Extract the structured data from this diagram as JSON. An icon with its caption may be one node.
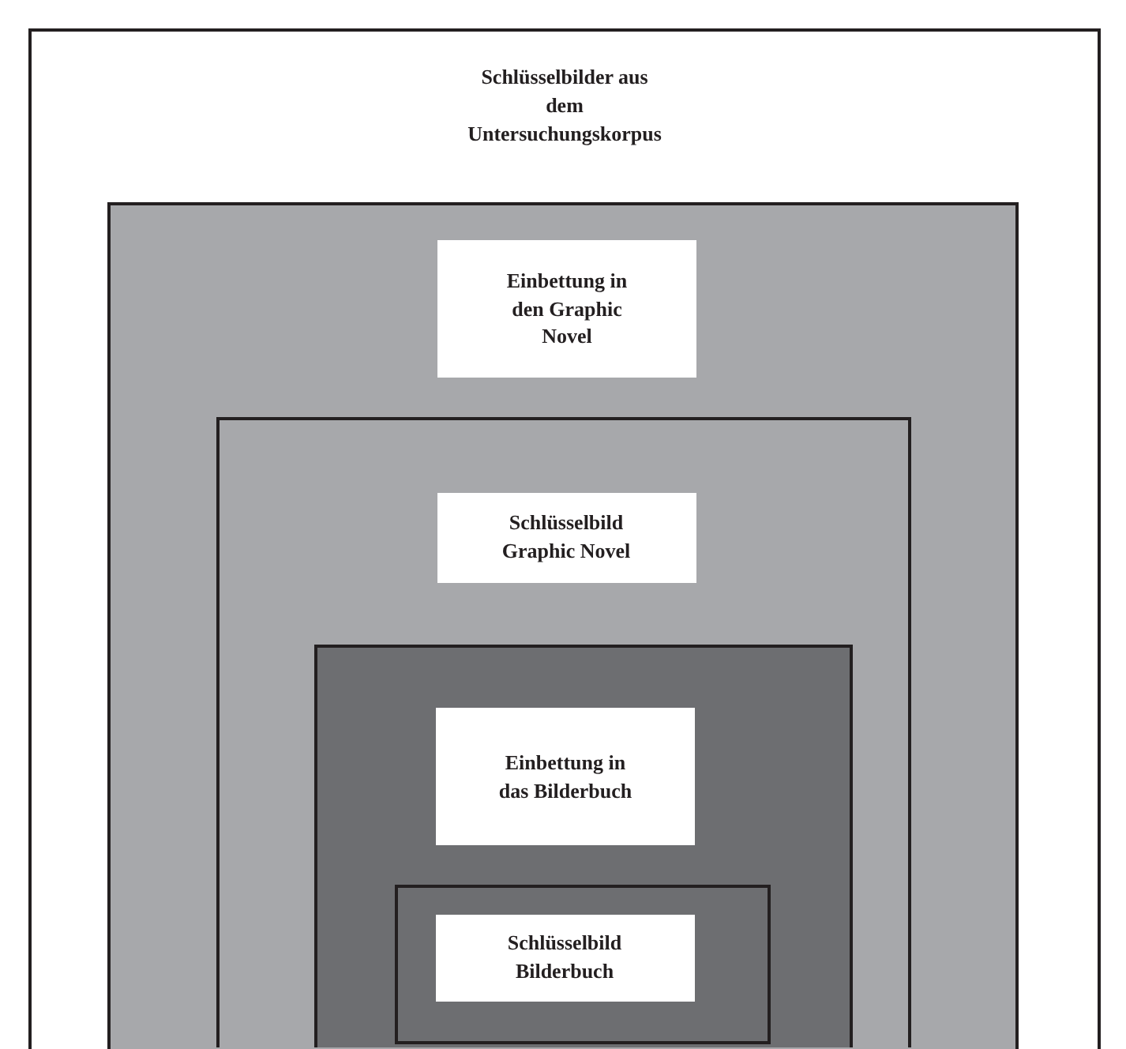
{
  "diagram": {
    "nodes": [
      {
        "text": [
          "Schlüsselbilder aus dem Untersuchungskorpus"
        ]
      },
      {
        "text": [],
        "shape": "box",
        "in": 0
      },
      {
        "text": [
          "Einbettung in den Graphic Novel"
        ],
        "in": 1
      },
      {
        "text": [],
        "shape": "box",
        "in": 1
      },
      {
        "text": [
          "Schlüsselbild Graphic Novel"
        ],
        "in": 3
      },
      {
        "text": [],
        "shape": "box",
        "in": 3
      },
      {
        "text": [
          "Einbettung in das Bilderbuch"
        ],
        "in": 5
      },
      {
        "text": [],
        "shape": "box",
        "in": 5
      },
      {
        "text": [
          "Schlüsselbild Bilderbuch"
        ],
        "in": 7
      }
    ]
  }
}
